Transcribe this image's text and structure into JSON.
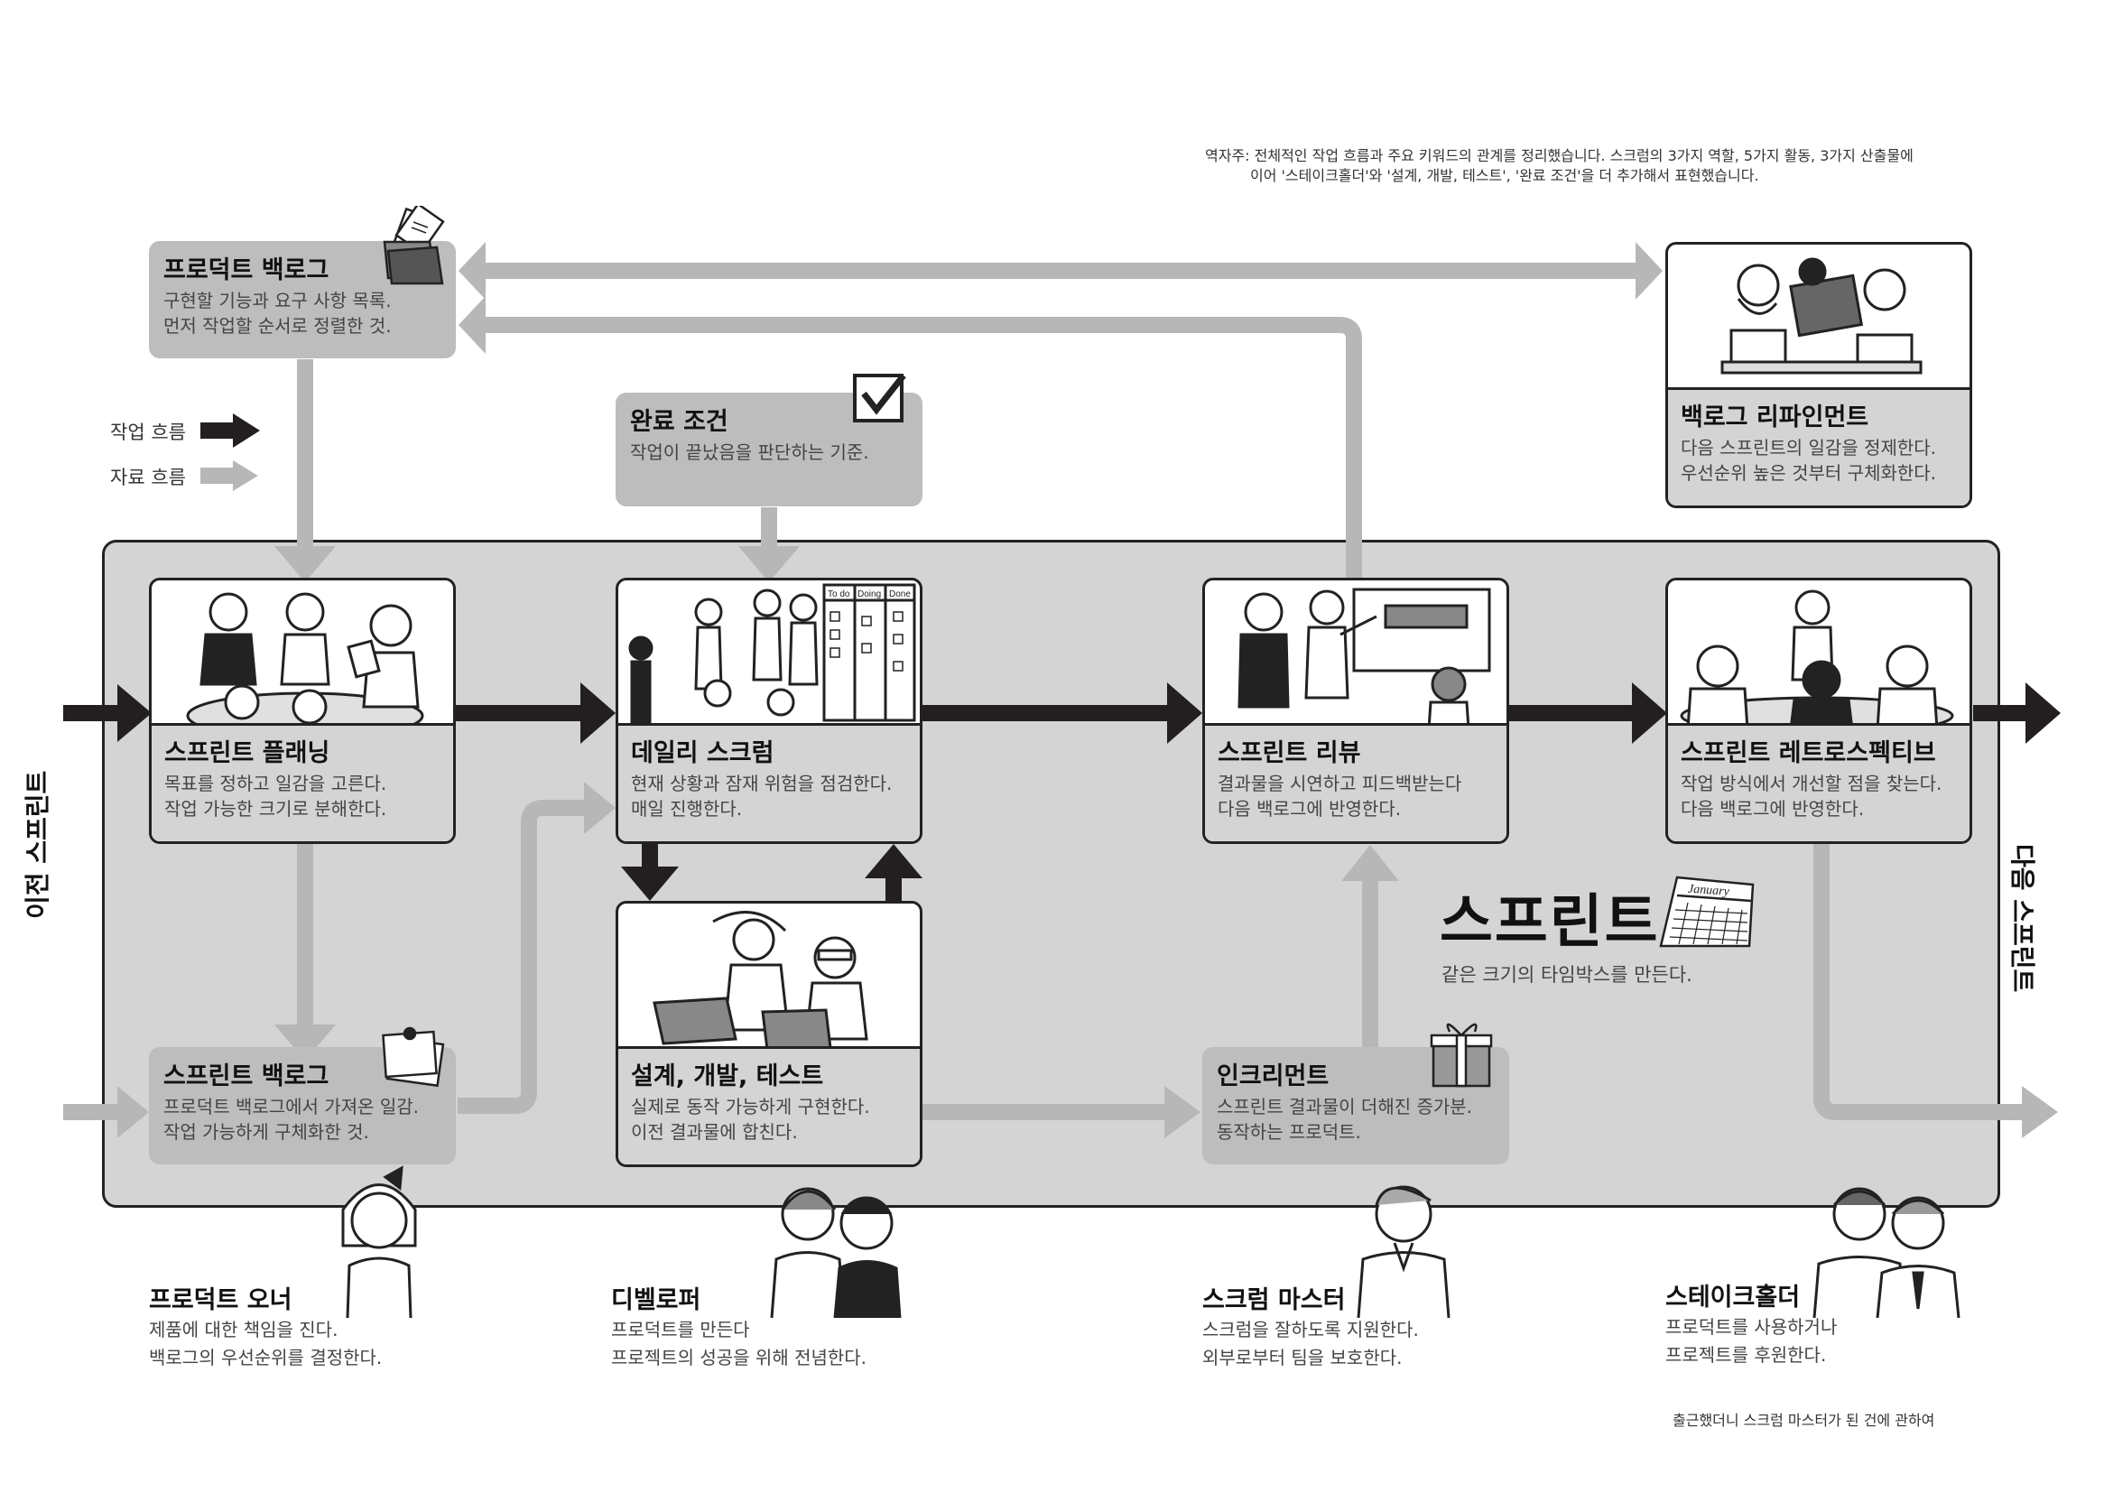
{
  "note": {
    "line1": "역자주: 전체적인 작업 흐름과 주요 키워드의 관계를 정리했습니다. 스크럼의 3가지 역할, 5가지 활동, 3가지 산출물에",
    "line2": "이어 '스테이크홀더'와 '설계, 개발, 테스트', '완료 조건'을 더 추가해서 표현했습니다."
  },
  "legend": {
    "work_flow": "작업 흐름",
    "data_flow": "자료 흐름"
  },
  "side": {
    "previous": "이전 스프린트",
    "next": "다음 스프린트"
  },
  "sprint": {
    "title": "스프린트",
    "desc": "같은 크기의 타임박스를 만든다."
  },
  "boxes": {
    "product_backlog": {
      "title": "프로덕트 백로그",
      "line1": "구현할 기능과 요구 사항 목록.",
      "line2": "먼저 작업할 순서로 정렬한 것."
    },
    "done_criteria": {
      "title": "완료 조건",
      "line1": "작업이 끝났음을 판단하는 기준."
    },
    "backlog_refinement": {
      "title": "백로그 리파인먼트",
      "line1": "다음 스프린트의 일감을 정제한다.",
      "line2": "우선순위 높은 것부터 구체화한다."
    },
    "sprint_planning": {
      "title": "스프린트 플래닝",
      "line1": "목표를 정하고 일감을 고른다.",
      "line2": "작업 가능한 크기로 분해한다."
    },
    "daily_scrum": {
      "title": "데일리 스크럼",
      "line1": "현재 상황과 잠재 위험을 점검한다.",
      "line2": "매일 진행한다."
    },
    "sprint_review": {
      "title": "스프린트 리뷰",
      "line1": "결과물을 시연하고 피드백받는다",
      "line2": "다음 백로그에 반영한다."
    },
    "sprint_retrospective": {
      "title": "스프린트 레트로스펙티브",
      "line1": "작업 방식에서 개선할 점을 찾는다.",
      "line2": "다음 백로그에 반영한다."
    },
    "sprint_backlog": {
      "title": "스프린트 백로그",
      "line1": "프로덕트 백로그에서 가져온 일감.",
      "line2": "작업 가능하게 구체화한 것."
    },
    "design_dev_test": {
      "title": "설계, 개발, 테스트",
      "line1": "실제로 동작 가능하게 구현한다.",
      "line2": "이전 결과물에 합친다."
    },
    "increment": {
      "title": "인크리먼트",
      "line1": "스프린트 결과물이 더해진 증가분.",
      "line2": "동작하는 프로덕트."
    }
  },
  "roles": {
    "product_owner": {
      "title": "프로덕트 오너",
      "line1": "제품에 대한 책임을 진다.",
      "line2": "백로그의 우선순위를 결정한다."
    },
    "developer": {
      "title": "디벨로퍼",
      "line1": "프로덕트를 만든다",
      "line2": "프로젝트의 성공을 위해 전념한다."
    },
    "scrum_master": {
      "title": "스크럼 마스터",
      "line1": "스크럼을 잘하도록 지원한다.",
      "line2": "외부로부터 팀을 보호한다."
    },
    "stakeholder": {
      "title": "스테이크홀더",
      "line1": "프로덕트를 사용하거나",
      "line2": "프로젝트를 후원한다."
    }
  },
  "footer": "출근했더니 스크럼 마스터가 된 건에 관하여",
  "calendar": {
    "label": "January"
  },
  "whiteboard": {
    "col1": "To do",
    "col2": "Doing",
    "col3": "Done"
  },
  "colors": {
    "work_arrow": "#231f20",
    "data_arrow": "#b7b7b7",
    "sprint_bg": "#d4d4d4",
    "card_bg": "#d4d4d4",
    "grey_card": "#bdbdbd"
  }
}
